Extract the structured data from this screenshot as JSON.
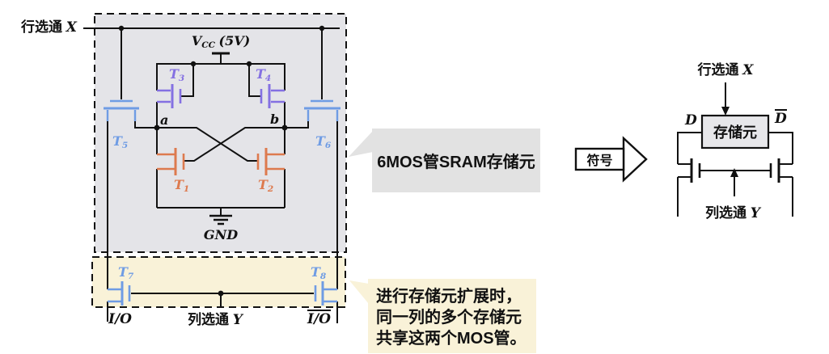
{
  "colors": {
    "wire_black": "#111111",
    "load_purple": "#8470e2",
    "gate_blue": "#6f9ce4",
    "driver_orange": "#dd7a4e",
    "cell_box_gray": "#e4e4e8",
    "share_box_yellow": "#f9f2d8",
    "callout_gray": "#e2e2e2"
  },
  "main_circuit": {
    "row_select_cn": "行选通",
    "row_select_var": "X",
    "vcc_base": "V",
    "vcc_sub": "CC",
    "vcc_paren": "(5V)",
    "transistors": {
      "t1": {
        "base": "T",
        "sub": "1"
      },
      "t2": {
        "base": "T",
        "sub": "2"
      },
      "t3": {
        "base": "T",
        "sub": "3"
      },
      "t4": {
        "base": "T",
        "sub": "4"
      },
      "t5": {
        "base": "T",
        "sub": "5"
      },
      "t6": {
        "base": "T",
        "sub": "6"
      },
      "t7": {
        "base": "T",
        "sub": "7"
      },
      "t8": {
        "base": "T",
        "sub": "8"
      }
    },
    "node_a": "a",
    "node_b": "b",
    "gnd": "GND",
    "io_left": "I/O",
    "io_right": "I/O",
    "col_select_cn": "列选通",
    "col_select_var": "Y"
  },
  "callouts": {
    "sram_label": "6MOS管SRAM存储元",
    "symbol_arrow_label": "符号",
    "expand_line1": "进行存储元扩展时，",
    "expand_line2": "同一列的多个存储元",
    "expand_line3": "共享这两个MOS管。"
  },
  "symbol_diagram": {
    "row_select_cn": "行选通",
    "row_select_var": "X",
    "d_label": "D",
    "d_bar_label": "D",
    "cell_label": "存储元",
    "col_select_cn": "列选通",
    "col_select_var": "Y"
  }
}
